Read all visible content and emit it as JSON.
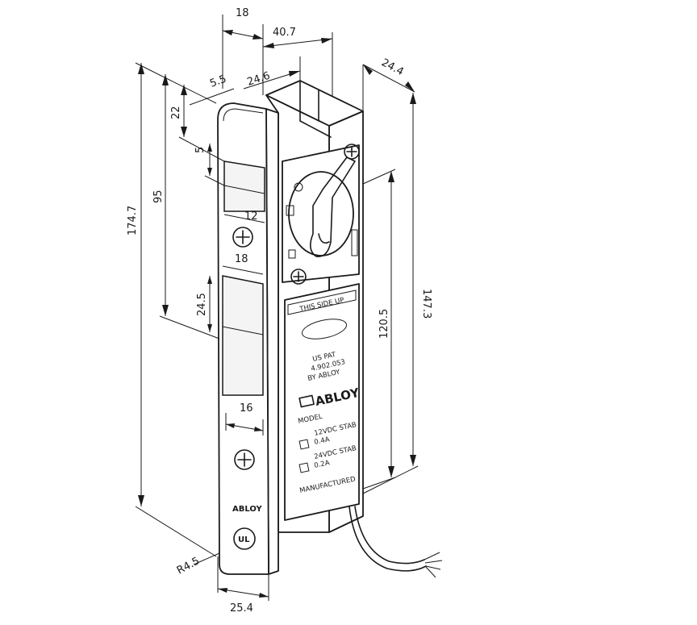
{
  "dimensions": {
    "d18_top": "18",
    "d40_7": "40.7",
    "d5_5": "5.5",
    "d24_6": "24.6",
    "d24_4": "24.4",
    "d22": "22",
    "d5": "5",
    "d95": "95",
    "d174_7": "174.7",
    "d12": "12",
    "d18_mid": "18",
    "d24_5": "24.5",
    "d16": "16",
    "d120_5": "120.5",
    "d147_3": "147.3",
    "dR4_5": "R4.5",
    "d25_4": "25.4"
  },
  "label_plate": {
    "this_side_up": "THIS SIDE UP",
    "us_pat": "US PAT",
    "pat_number": "4.902.053",
    "by_abloy": "BY ABLOY",
    "brand": "ABLOY",
    "model": "MODEL",
    "option1_line1": "12VDC  STAB",
    "option1_line2": "0.4A",
    "option2_line1": "24VDC  STAB",
    "option2_line2": "0.2A",
    "manufactured": "MANUFACTURED"
  },
  "faceplate": {
    "brand": "ABLOY",
    "ul_mark": "UL"
  }
}
